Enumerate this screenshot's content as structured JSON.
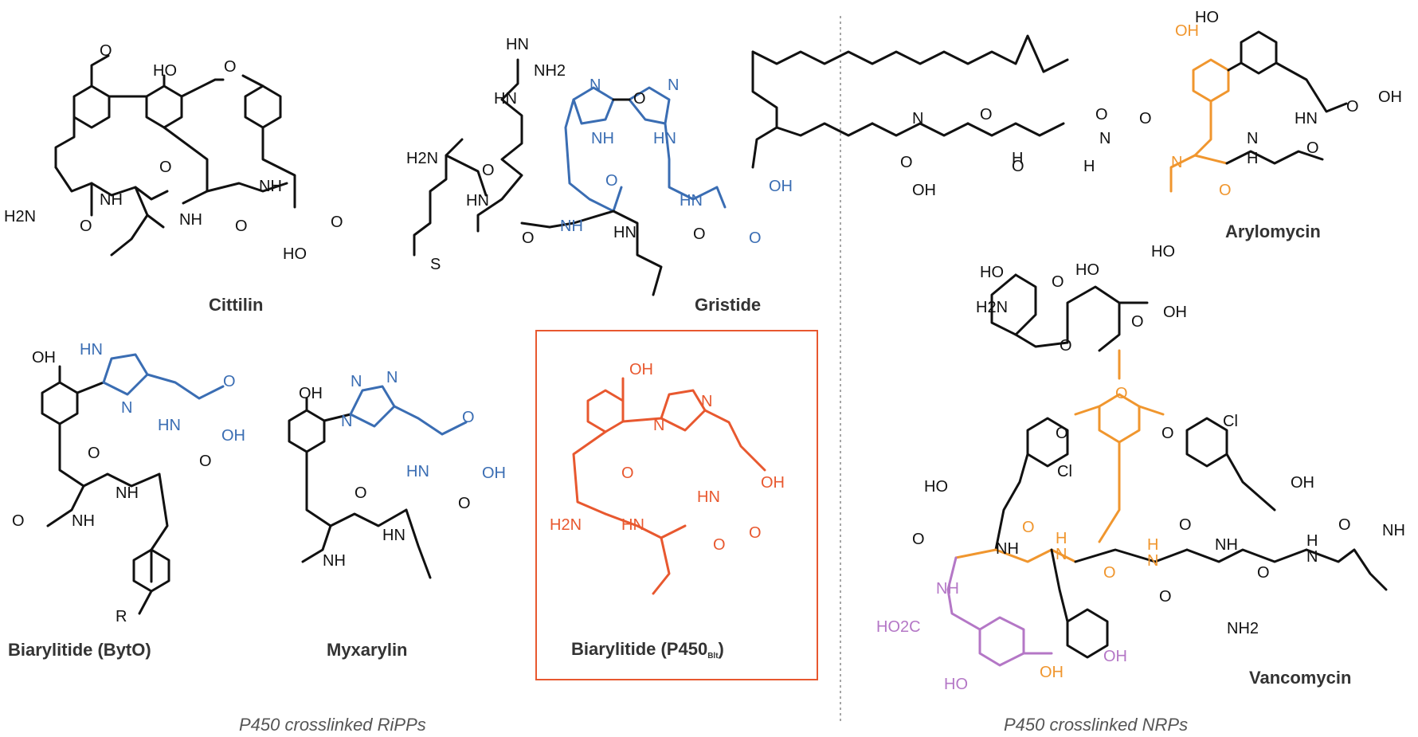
{
  "compounds": {
    "cittilin": "Cittilin",
    "gristide": "Gristide",
    "arylomycin": "Arylomycin",
    "biarylitide_bytO": "Biarylitide (BytO)",
    "myxarylin": "Myxarylin",
    "biarylitide_p450": "Biarylitide (P450",
    "biarylitide_p450_sub": "Blt",
    "biarylitide_p450_close": ")",
    "vancomycin": "Vancomycin"
  },
  "captions": {
    "ripps": "P450 crosslinked RiPPs",
    "nrps": "P450 crosslinked NRPs"
  },
  "atoms": {
    "ho": "HO",
    "oh": "OH",
    "o": "O",
    "nh": "NH",
    "hn": "HN",
    "h2n": "H2N",
    "nh2": "NH2",
    "n": "N",
    "h": "H",
    "s": "S",
    "cl": "Cl",
    "r": "R",
    "ho2c": "HO2C",
    "oh_bottom": "OH"
  },
  "colors": {
    "black": "#111111",
    "blue": "#3a6db3",
    "red": "#e8582f",
    "orange": "#f0962e",
    "purple": "#b477c6",
    "box": "#e8582f",
    "divider": "#888888"
  }
}
